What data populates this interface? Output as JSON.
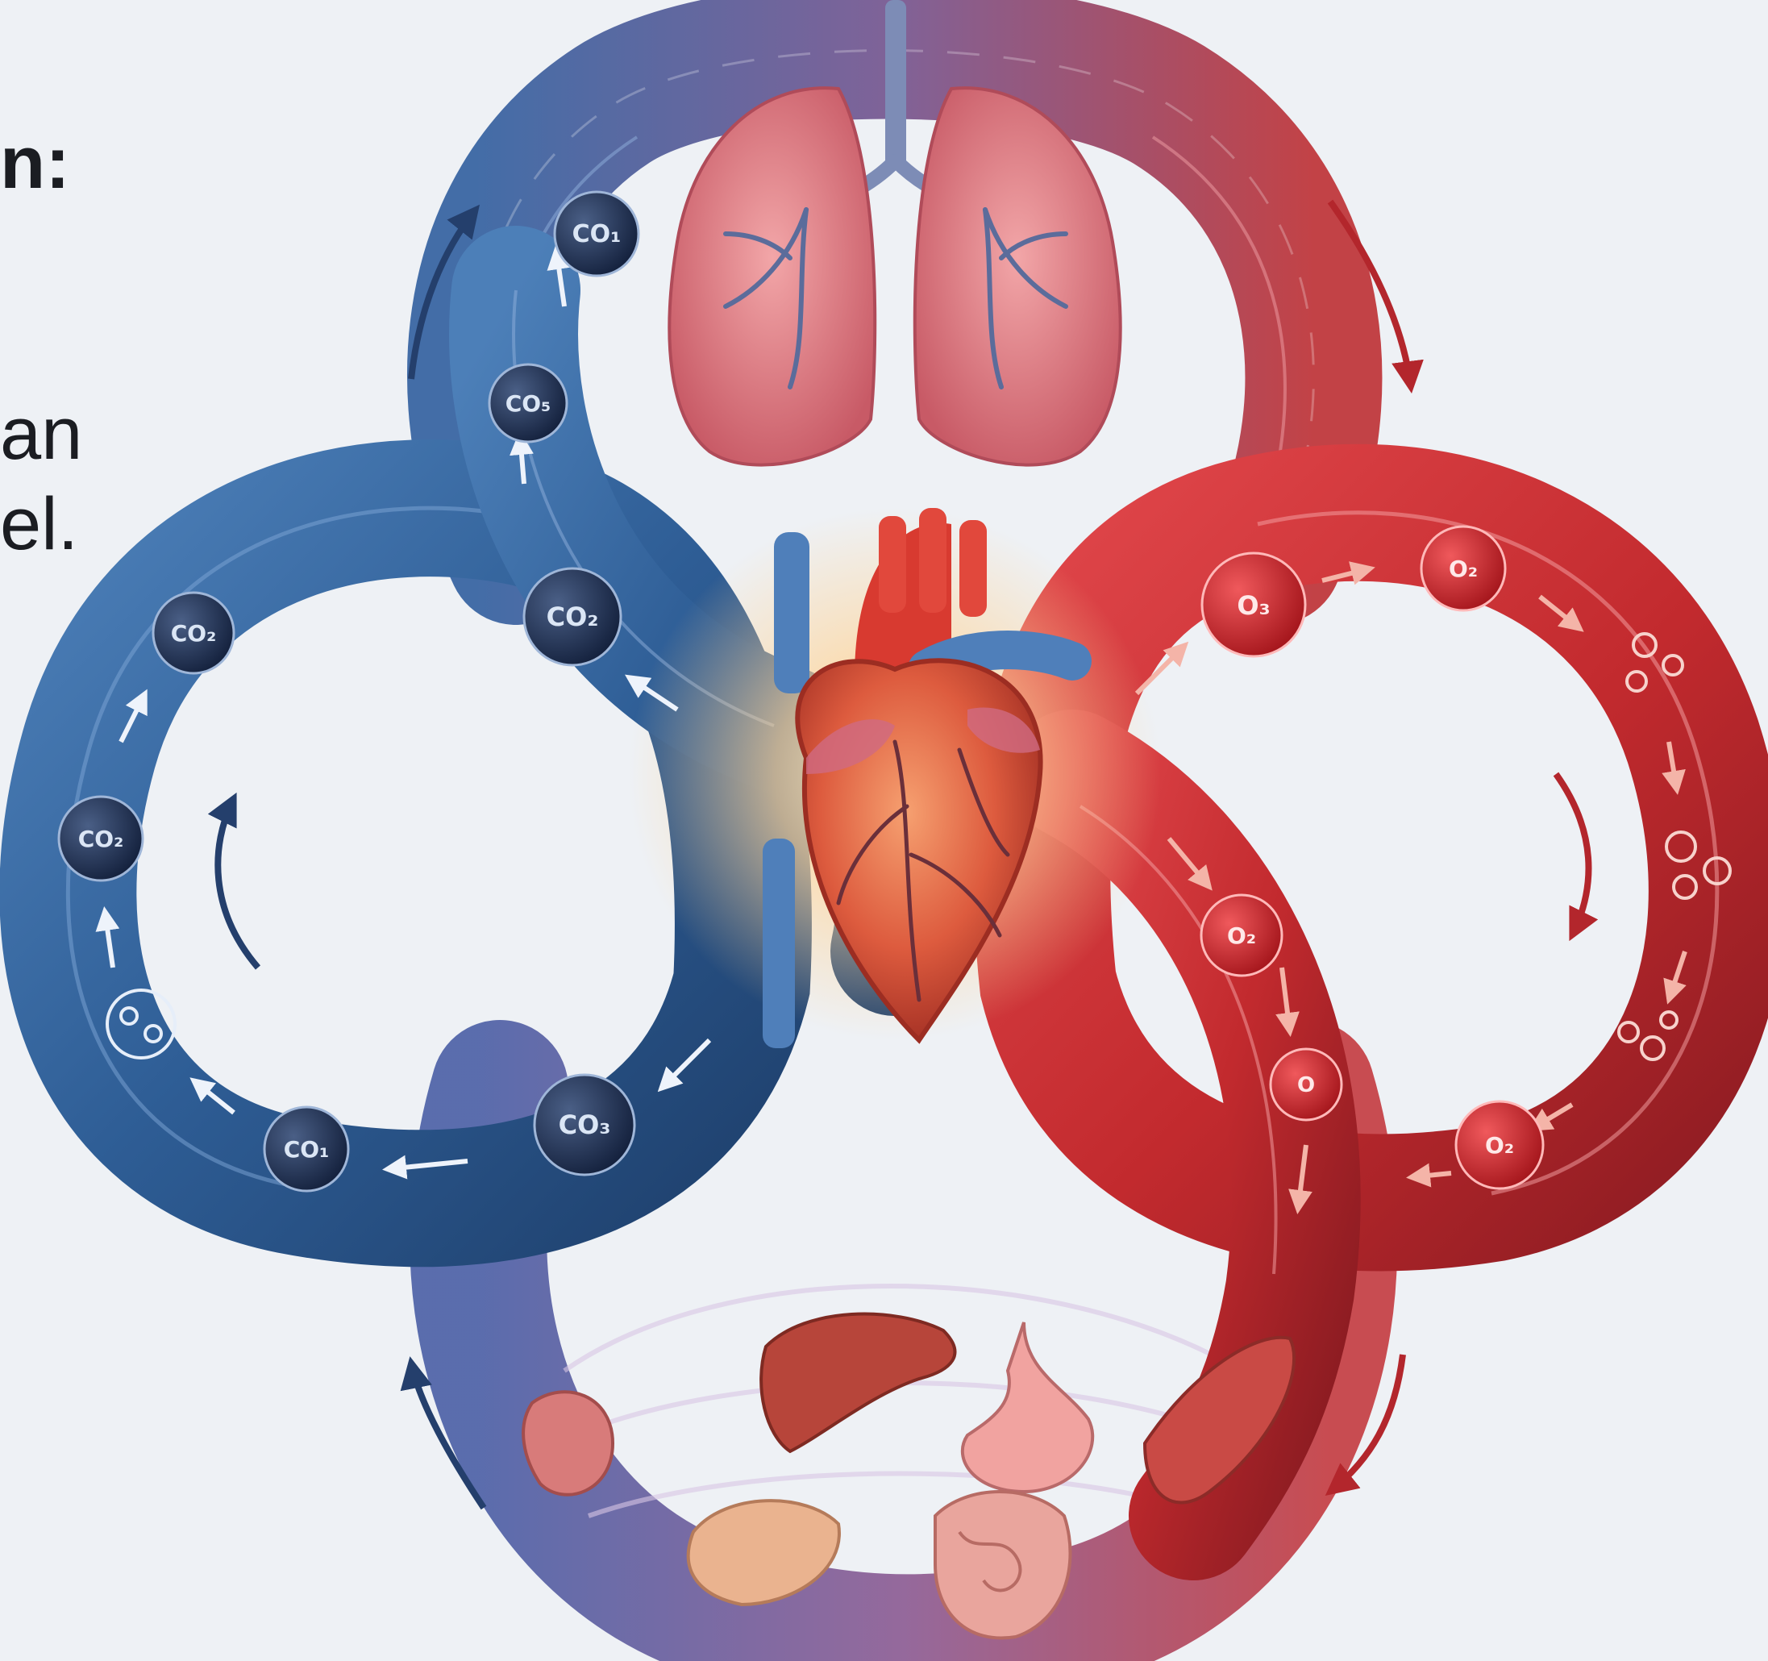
{
  "text_fragments": {
    "heading": "n:",
    "line1": "an",
    "line2": "el."
  },
  "molecule_labels": {
    "pulmonary_top": "CO₁",
    "pulmonary_mid": "CO₅",
    "pulmonary_low": "CO₂",
    "systemic_left_top": "CO₂",
    "systemic_left_mid": "CO₂",
    "systemic_left_bottom_right": "CO₃",
    "systemic_left_bottom": "CO₁",
    "oxygen_right_1": "O₃",
    "oxygen_right_2": "O₂",
    "oxygen_right_3": "O₂",
    "oxygen_mid_1": "O₂",
    "oxygen_mid_2": "O"
  },
  "colors": {
    "background": "#eef1f5",
    "deoxygenated_blood": "#2e5d95",
    "oxygenated_blood": "#c22a2e",
    "lung_tissue": "#d9727a",
    "heart": "#d9573f",
    "heart_glow": "#ffe7b0",
    "molecule_co2": "#1c2f55",
    "molecule_o2": "#c81f24"
  },
  "icons": [
    "lungs-icon",
    "heart-icon",
    "liver-icon",
    "stomach-icon",
    "intestine-icon",
    "muscle-icon",
    "pancreas-icon",
    "kidney-icon"
  ]
}
